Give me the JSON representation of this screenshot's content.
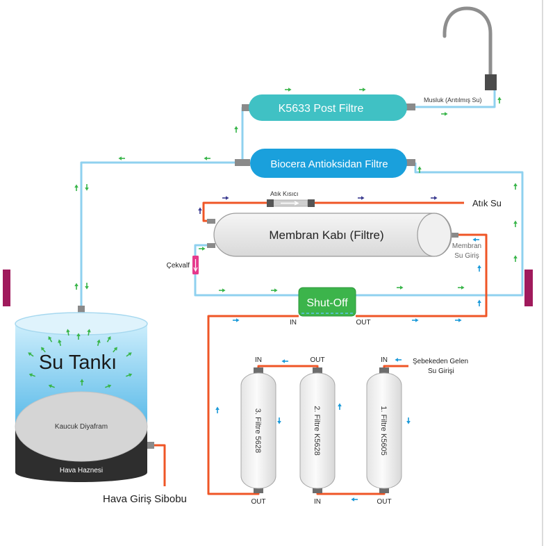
{
  "diagram": {
    "faucet": {
      "label": "Musluk (Arıtılmış Su)"
    },
    "post_filter": {
      "label": "K5633 Post Filtre"
    },
    "antioxidant_filter": {
      "label": "Biocera Antioksidan Filtre"
    },
    "waste_restrictor": {
      "label": "Atık Kısıcı"
    },
    "waste_water": {
      "label": "Atık Su"
    },
    "membrane": {
      "label": "Membran Kabı (Filtre)",
      "inlet_label": [
        "Membran",
        "Su Giriş"
      ]
    },
    "check_valve": {
      "label": "Çekvalf"
    },
    "shut_off": {
      "label": "Shut-Off",
      "in_label": "IN",
      "out_label": "OUT"
    },
    "tank": {
      "label": "Su Tankı",
      "diaphragm_label": "Kaucuk Diyafram",
      "air_chamber_label": "Hava Haznesi",
      "air_valve_label": "Hava Giriş Sibobu"
    },
    "filters": [
      {
        "label": "3. Filtre 5628",
        "top_port": "IN",
        "bottom_port": "OUT"
      },
      {
        "label": "2. Filtre K5628",
        "top_port": "OUT",
        "bottom_port": "IN"
      },
      {
        "label": "1. Filtre K5605",
        "top_port": "IN",
        "bottom_port": "OUT"
      }
    ],
    "mains_inlet": {
      "label": [
        "Şebekeden Gelen",
        "Su Girişi"
      ]
    }
  },
  "colors": {
    "post_filter": "#40c1c4",
    "antioxidant_filter": "#1aa0dc",
    "shut_off": "#3cb44b",
    "clean_water_line": "#8fd1ef",
    "raw_water_line": "#ef5526",
    "clean_flow_arrow": "#39b54a",
    "raw_flow_arrow": "#1b9ad9",
    "waste_flow_arrow": "#3b3b8f",
    "check_valve": "#e5398c",
    "accent_bar": "#a01a5c"
  }
}
